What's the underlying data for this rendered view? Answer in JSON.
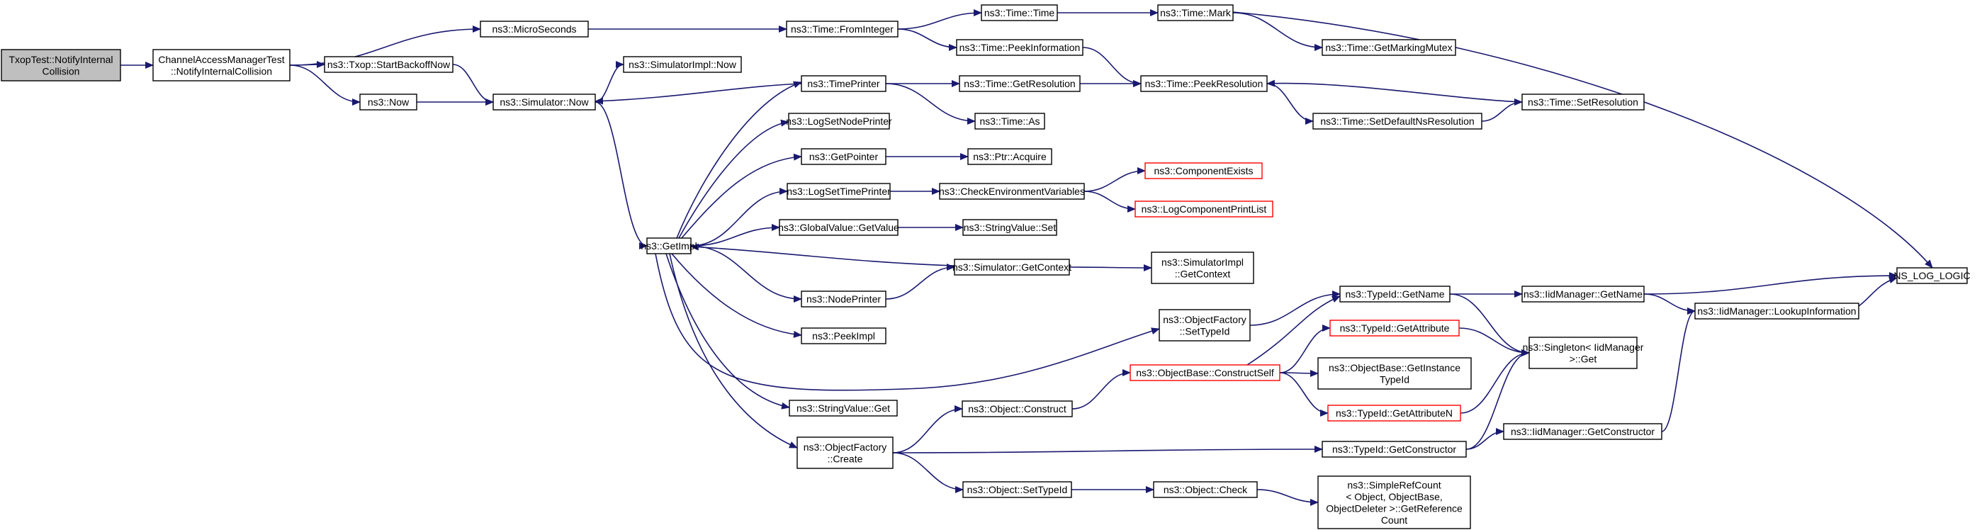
{
  "diagram": {
    "nodes": [
      {
        "id": "txop",
        "lines": [
          "TxopTest::NotifyInternal",
          "Collision"
        ],
        "style": "root"
      },
      {
        "id": "camt",
        "lines": [
          "ChannelAccessManagerTest",
          "::NotifyInternalCollision"
        ],
        "style": "normal"
      },
      {
        "id": "micro",
        "lines": [
          "ns3::MicroSeconds"
        ],
        "style": "normal"
      },
      {
        "id": "startbackoff",
        "lines": [
          "ns3::Txop::StartBackoffNow"
        ],
        "style": "normal"
      },
      {
        "id": "now",
        "lines": [
          "ns3::Now"
        ],
        "style": "normal"
      },
      {
        "id": "simnow",
        "lines": [
          "ns3::Simulator::Now"
        ],
        "style": "normal"
      },
      {
        "id": "simimplnow",
        "lines": [
          "ns3::SimulatorImpl::Now"
        ],
        "style": "normal"
      },
      {
        "id": "getimpl",
        "lines": [
          "ns3::GetImpl"
        ],
        "style": "normal"
      },
      {
        "id": "frominteger",
        "lines": [
          "ns3::Time::FromInteger"
        ],
        "style": "normal"
      },
      {
        "id": "timetime",
        "lines": [
          "ns3::Time::Time"
        ],
        "style": "normal"
      },
      {
        "id": "peekinfo",
        "lines": [
          "ns3::Time::PeekInformation"
        ],
        "style": "normal"
      },
      {
        "id": "mark",
        "lines": [
          "ns3::Time::Mark"
        ],
        "style": "normal"
      },
      {
        "id": "markmutex",
        "lines": [
          "ns3::Time::GetMarkingMutex"
        ],
        "style": "normal"
      },
      {
        "id": "timeprinter",
        "lines": [
          "ns3::TimePrinter"
        ],
        "style": "normal"
      },
      {
        "id": "getres",
        "lines": [
          "ns3::Time::GetResolution"
        ],
        "style": "normal"
      },
      {
        "id": "peekres",
        "lines": [
          "ns3::Time::PeekResolution"
        ],
        "style": "normal"
      },
      {
        "id": "as",
        "lines": [
          "ns3::Time::As"
        ],
        "style": "normal"
      },
      {
        "id": "setdefault",
        "lines": [
          "ns3::Time::SetDefaultNsResolution"
        ],
        "style": "normal"
      },
      {
        "id": "setres",
        "lines": [
          "ns3::Time::SetResolution"
        ],
        "style": "normal"
      },
      {
        "id": "logsetnode",
        "lines": [
          "ns3::LogSetNodePrinter"
        ],
        "style": "normal"
      },
      {
        "id": "getpointer",
        "lines": [
          "ns3::GetPointer"
        ],
        "style": "normal"
      },
      {
        "id": "acquire",
        "lines": [
          "ns3::Ptr::Acquire"
        ],
        "style": "normal"
      },
      {
        "id": "logsettime",
        "lines": [
          "ns3::LogSetTimePrinter"
        ],
        "style": "normal"
      },
      {
        "id": "checkenv",
        "lines": [
          "ns3::CheckEnvironmentVariables"
        ],
        "style": "normal"
      },
      {
        "id": "compexists",
        "lines": [
          "ns3::ComponentExists"
        ],
        "style": "red"
      },
      {
        "id": "logcomplist",
        "lines": [
          "ns3::LogComponentPrintList"
        ],
        "style": "red"
      },
      {
        "id": "gvgetvalue",
        "lines": [
          "ns3::GlobalValue::GetValue"
        ],
        "style": "normal"
      },
      {
        "id": "strvalset",
        "lines": [
          "ns3::StringValue::Set"
        ],
        "style": "normal"
      },
      {
        "id": "simgetctx",
        "lines": [
          "ns3::Simulator::GetContext"
        ],
        "style": "normal"
      },
      {
        "id": "simimplctx",
        "lines": [
          "ns3::SimulatorImpl",
          "::GetContext"
        ],
        "style": "normal"
      },
      {
        "id": "nodeprinter",
        "lines": [
          "ns3::NodePrinter"
        ],
        "style": "normal"
      },
      {
        "id": "peekimpl",
        "lines": [
          "ns3::PeekImpl"
        ],
        "style": "normal"
      },
      {
        "id": "strvalget",
        "lines": [
          "ns3::StringValue::Get"
        ],
        "style": "normal"
      },
      {
        "id": "ofcreate",
        "lines": [
          "ns3::ObjectFactory",
          "::Create"
        ],
        "style": "normal"
      },
      {
        "id": "ofsettypeid",
        "lines": [
          "ns3::ObjectFactory",
          "::SetTypeId"
        ],
        "style": "normal"
      },
      {
        "id": "objconstruct",
        "lines": [
          "ns3::Object::Construct"
        ],
        "style": "normal"
      },
      {
        "id": "objsettypeid",
        "lines": [
          "ns3::Object::SetTypeId"
        ],
        "style": "normal"
      },
      {
        "id": "constructself",
        "lines": [
          "ns3::ObjectBase::ConstructSelf"
        ],
        "style": "red"
      },
      {
        "id": "objcheck",
        "lines": [
          "ns3::Object::Check"
        ],
        "style": "normal"
      },
      {
        "id": "tidgetname",
        "lines": [
          "ns3::TypeId::GetName"
        ],
        "style": "normal"
      },
      {
        "id": "tidgetattr",
        "lines": [
          "ns3::TypeId::GetAttribute"
        ],
        "style": "red"
      },
      {
        "id": "obgetinst",
        "lines": [
          "ns3::ObjectBase::GetInstance",
          "TypeId"
        ],
        "style": "normal"
      },
      {
        "id": "tidgetattrn",
        "lines": [
          "ns3::TypeId::GetAttributeN"
        ],
        "style": "red"
      },
      {
        "id": "tidgetctor",
        "lines": [
          "ns3::TypeId::GetConstructor"
        ],
        "style": "normal"
      },
      {
        "id": "refcount",
        "lines": [
          "ns3::SimpleRefCount",
          "< Object, ObjectBase,",
          "ObjectDeleter >::GetReference",
          "Count"
        ],
        "style": "normal"
      },
      {
        "id": "iidgetname",
        "lines": [
          "ns3::IidManager::GetName"
        ],
        "style": "normal"
      },
      {
        "id": "singleton",
        "lines": [
          "ns3::Singleton< IidManager",
          ">::Get"
        ],
        "style": "normal"
      },
      {
        "id": "iidgetctor",
        "lines": [
          "ns3::IidManager::GetConstructor"
        ],
        "style": "normal"
      },
      {
        "id": "lookupinfo",
        "lines": [
          "ns3::IidManager::LookupInformation"
        ],
        "style": "normal"
      },
      {
        "id": "nslog",
        "lines": [
          "NS_LOG_LOGIC"
        ],
        "style": "normal"
      }
    ],
    "edges": [
      {
        "from": "txop",
        "to": "camt"
      },
      {
        "from": "camt",
        "to": "micro"
      },
      {
        "from": "camt",
        "to": "startbackoff"
      },
      {
        "from": "camt",
        "to": "now"
      },
      {
        "from": "micro",
        "to": "frominteger"
      },
      {
        "from": "startbackoff",
        "to": "simnow"
      },
      {
        "from": "now",
        "to": "simnow"
      },
      {
        "from": "simnow",
        "to": "simimplnow"
      },
      {
        "from": "simnow",
        "to": "getimpl"
      },
      {
        "from": "frominteger",
        "to": "timetime"
      },
      {
        "from": "frominteger",
        "to": "peekinfo"
      },
      {
        "from": "timetime",
        "to": "mark"
      },
      {
        "from": "mark",
        "to": "markmutex"
      },
      {
        "from": "mark",
        "to": "nslog"
      },
      {
        "from": "peekinfo",
        "to": "peekres"
      },
      {
        "from": "timeprinter",
        "to": "simnow"
      },
      {
        "from": "timeprinter",
        "to": "getres"
      },
      {
        "from": "timeprinter",
        "to": "as"
      },
      {
        "from": "getres",
        "to": "peekres"
      },
      {
        "from": "peekres",
        "to": "setdefault"
      },
      {
        "from": "setdefault",
        "to": "setres"
      },
      {
        "from": "setres",
        "to": "peekres"
      },
      {
        "from": "getimpl",
        "to": "timeprinter"
      },
      {
        "from": "getimpl",
        "to": "logsetnode"
      },
      {
        "from": "getimpl",
        "to": "getpointer"
      },
      {
        "from": "getimpl",
        "to": "logsettime"
      },
      {
        "from": "getimpl",
        "to": "gvgetvalue"
      },
      {
        "from": "getimpl",
        "to": "nodeprinter"
      },
      {
        "from": "getimpl",
        "to": "peekimpl"
      },
      {
        "from": "getimpl",
        "to": "strvalget"
      },
      {
        "from": "getimpl",
        "to": "ofcreate"
      },
      {
        "from": "getimpl",
        "to": "ofsettypeid"
      },
      {
        "from": "getpointer",
        "to": "acquire"
      },
      {
        "from": "logsettime",
        "to": "checkenv"
      },
      {
        "from": "checkenv",
        "to": "compexists"
      },
      {
        "from": "checkenv",
        "to": "logcomplist"
      },
      {
        "from": "gvgetvalue",
        "to": "strvalset"
      },
      {
        "from": "simgetctx",
        "to": "getimpl"
      },
      {
        "from": "simgetctx",
        "to": "simimplctx"
      },
      {
        "from": "nodeprinter",
        "to": "simgetctx"
      },
      {
        "from": "ofsettypeid",
        "to": "tidgetname"
      },
      {
        "from": "ofcreate",
        "to": "objconstruct"
      },
      {
        "from": "ofcreate",
        "to": "objsettypeid"
      },
      {
        "from": "ofcreate",
        "to": "tidgetctor"
      },
      {
        "from": "objconstruct",
        "to": "constructself"
      },
      {
        "from": "objsettypeid",
        "to": "objcheck"
      },
      {
        "from": "objcheck",
        "to": "refcount"
      },
      {
        "from": "constructself",
        "to": "tidgetname"
      },
      {
        "from": "constructself",
        "to": "tidgetattr"
      },
      {
        "from": "constructself",
        "to": "obgetinst"
      },
      {
        "from": "constructself",
        "to": "tidgetattrn"
      },
      {
        "from": "tidgetname",
        "to": "iidgetname"
      },
      {
        "from": "tidgetname",
        "to": "singleton"
      },
      {
        "from": "tidgetattr",
        "to": "singleton"
      },
      {
        "from": "tidgetattrn",
        "to": "singleton"
      },
      {
        "from": "tidgetctor",
        "to": "singleton"
      },
      {
        "from": "tidgetctor",
        "to": "iidgetctor"
      },
      {
        "from": "iidgetname",
        "to": "lookupinfo"
      },
      {
        "from": "iidgetname",
        "to": "nslog"
      },
      {
        "from": "iidgetctor",
        "to": "lookupinfo"
      },
      {
        "from": "lookupinfo",
        "to": "nslog"
      }
    ]
  }
}
